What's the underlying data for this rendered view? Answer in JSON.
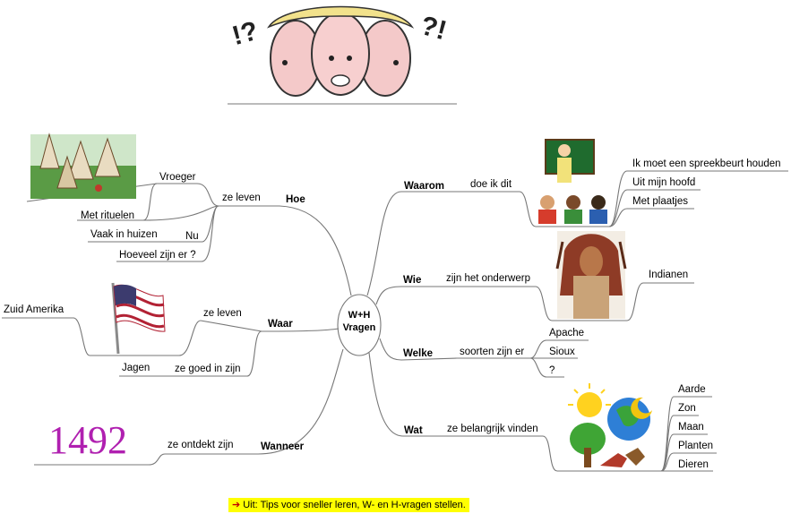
{
  "center": {
    "line1": "W+H",
    "line2": "Vragen"
  },
  "branches": {
    "hoe": {
      "label": "Hoe",
      "sub": "ze leven",
      "items": [
        "Vroeger",
        "Met rituelen",
        "Vaak in huizen",
        "Nu",
        "Hoeveel zijn er ?"
      ]
    },
    "waar": {
      "label": "Waar",
      "sub1": "ze leven",
      "item1": "Zuid Amerika",
      "sub2": "ze goed in zijn",
      "item2": "Jagen"
    },
    "wanneer": {
      "label": "Wanneer",
      "sub": "ze ontdekt zijn",
      "year": "1492"
    },
    "waarom": {
      "label": "Waarom",
      "sub": "doe ik dit",
      "items": [
        "Ik moet een spreekbeurt houden",
        "Uit mijn hoofd",
        "Met plaatjes"
      ]
    },
    "wie": {
      "label": "Wie",
      "sub": "zijn het onderwerp",
      "item": "Indianen"
    },
    "welke": {
      "label": "Welke",
      "sub": "soorten zijn er",
      "items": [
        "Apache",
        "Sioux",
        "?"
      ]
    },
    "wat": {
      "label": "Wat",
      "sub": "ze belangrijk vinden",
      "items": [
        "Aarde",
        "Zon",
        "Maan",
        "Planten",
        "Dieren"
      ]
    }
  },
  "footer": {
    "text": "Uit: Tips voor sneller leren, W- en H-vragen stellen."
  },
  "colors": {
    "line": "#777777",
    "year": "#b020b0",
    "footer_bg": "#ffff00",
    "footer_arrow": "#c00000"
  }
}
